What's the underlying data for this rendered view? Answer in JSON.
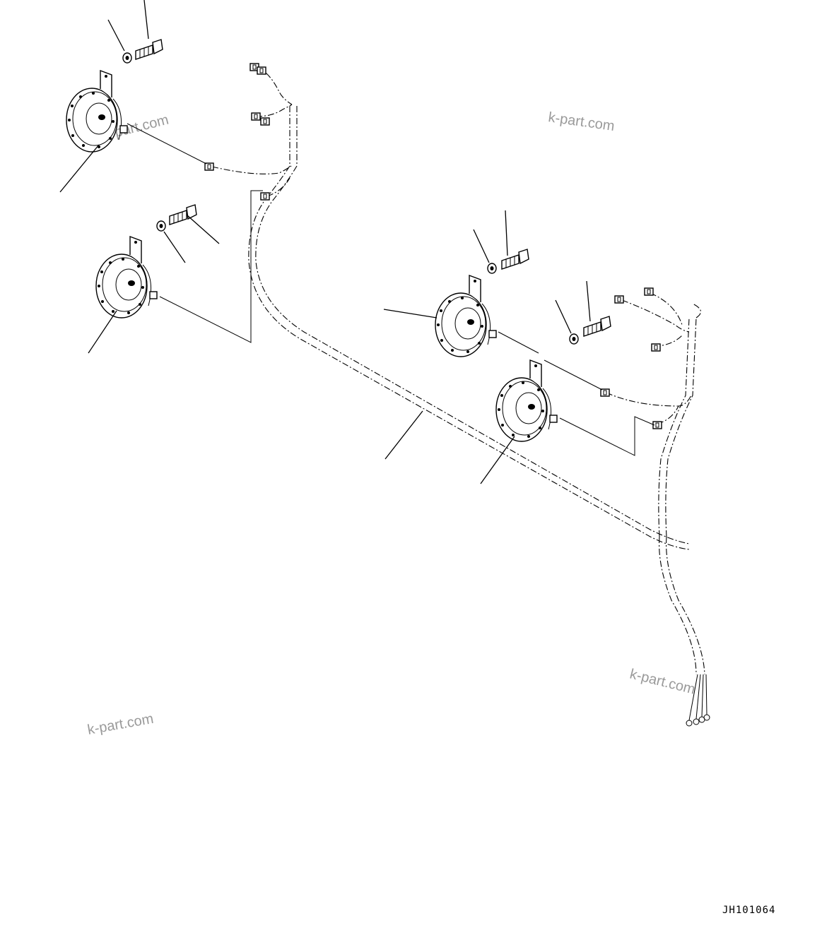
{
  "drawing": {
    "code": "JH101064",
    "watermarks": [
      "k-part.com",
      "k-part.com",
      "k-part.com",
      "k-part.com"
    ],
    "icons": [
      "horn-icon",
      "bolt-icon",
      "washer-icon",
      "connector-icon",
      "wire-harness-icon",
      "ring-terminal-icon"
    ]
  }
}
